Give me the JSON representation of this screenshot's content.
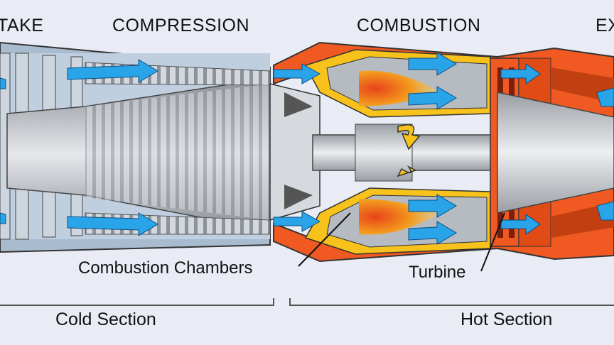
{
  "stages": {
    "intake": "TAKE",
    "compression": "COMPRESSION",
    "combustion": "COMBUSTION",
    "exhaust": "EX"
  },
  "callouts": {
    "combustion_chambers": "Combustion Chambers",
    "turbine": "Turbine"
  },
  "sections": {
    "cold": "Cold Section",
    "hot": "Hot Section"
  },
  "colors": {
    "background": "#e9ecf4",
    "cold_casing": "#9fb3c8",
    "compressor_blades": "#c9ced6",
    "hot_casing": "#f05a22",
    "combustor_liner": "#f7c21b",
    "flame": "#f39a1e",
    "airflow_arrows": "#2aa4e8"
  },
  "icons": {
    "airflow": "arrow-right-icon",
    "shaft_rotation": "rotation-arrows-icon"
  }
}
